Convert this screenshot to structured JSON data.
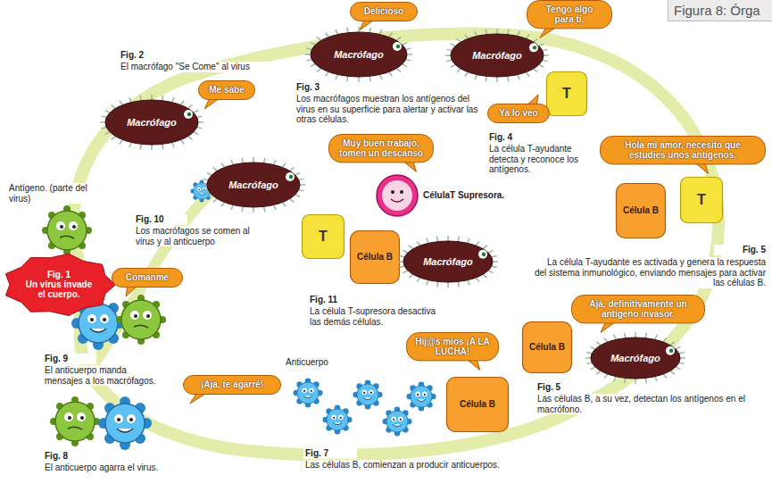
{
  "diagram": {
    "title": "Figura 8: Órga",
    "nodes": [
      {
        "text": [
          "Fig. 1",
          "Un virus invade el cuerpo."
        ]
      },
      {
        "text": [
          "Me sabe"
        ]
      },
      {
        "text": [
          "Macrófago"
        ]
      },
      {
        "text": [
          "Delicioso"
        ]
      },
      {
        "text": [
          "Macrófago"
        ]
      },
      {
        "text": [
          "Tengo algo para tí."
        ]
      },
      {
        "text": [
          "Macrófago"
        ]
      },
      {
        "text": [
          "T"
        ]
      },
      {
        "text": [
          "Ya lo veo"
        ]
      },
      {
        "text": [
          "Hola mi amor, necesito que estudies unos antígenos."
        ]
      },
      {
        "text": [
          "Célula B"
        ]
      },
      {
        "text": [
          "T"
        ]
      },
      {
        "text": [
          "Ajá, definitivamente un antígeno invasor."
        ]
      },
      {
        "text": [
          "Célula B"
        ]
      },
      {
        "text": [
          "Macrófago"
        ]
      },
      {
        "text": [
          "Hij@s míos ¡A LA LUCHA!"
        ]
      },
      {
        "text": [
          "Célula B"
        ]
      },
      {
        "text": [
          "Muy buen trabajo, tomen un descanso"
        ]
      },
      {
        "text": [
          "CélulaT Supresora."
        ]
      },
      {
        "text": [
          "T"
        ]
      },
      {
        "text": [
          "Célula B"
        ]
      },
      {
        "text": [
          "Macrófago"
        ]
      },
      {
        "text": [
          "Macrófago"
        ]
      },
      {
        "text": [
          "Comanme"
        ]
      },
      {
        "text": [
          "¡Aja, te agarré!"
        ]
      }
    ],
    "labels": [
      "Antígeno. (parte del virus)",
      "Fig. 2",
      "El macrófago \"Se Come\" al virus",
      "Fig. 3",
      "Los macrófagos muestran los antígenos del virus en su superficie para alertar y activar las otras células.",
      "Fig. 4",
      "La célula T-ayudante detecta y reconoce los antígenos.",
      "Fig. 5",
      "La célula T-ayudante es activada y genera la respuesta del sistema inmunológico, enviando mensajes para activar las células B.",
      "Fig. 5",
      "Las células B, a su vez, detectan los antígenos en el macrófono.",
      "Fig. 7",
      "Las células B, comienzan a producir anticuerpos.",
      "Anticuerpo",
      "Fig. 8",
      "El anticuerpo agarra el virus.",
      "Fig. 9",
      "El anticuerpo manda mensajes a los macrófagos.",
      "Fig. 10",
      "Los macrófagos se comen al virus y al anticuerpo",
      "Fig. 11",
      "La célula T-supresora desactiva las demás células."
    ]
  }
}
